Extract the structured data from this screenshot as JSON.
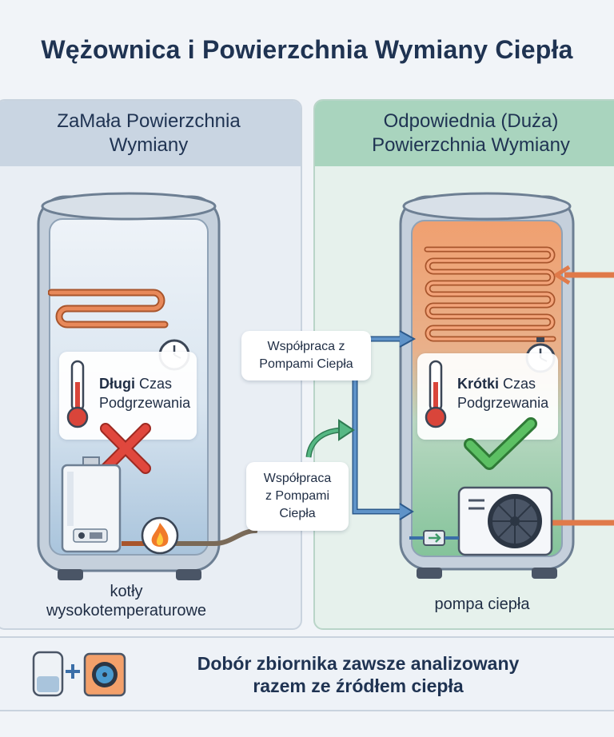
{
  "title": "Wężownica i Powierzchnia Wymiany Ciepła",
  "left_panel": {
    "heading_line1": "ZaMała Powierzchnia",
    "heading_line2": "Wymiany",
    "time_bold": "Długi",
    "time_rest": " Czas",
    "time_line2": "Podgrzewania",
    "caption_line1": "kotły",
    "caption_line2": "wysokotemperaturowe",
    "status": "cross"
  },
  "right_panel": {
    "heading_line1": "Odpowiednia (Duża)",
    "heading_line2": "Powierzchnia Wymiany",
    "time_bold": "Krótki",
    "time_rest": " Czas",
    "time_line2": "Podgrzewania",
    "caption": "pompa ciepła",
    "status": "check"
  },
  "labels": {
    "upper_line1": "Współpraca z",
    "upper_line2": "Pompami Ciepła",
    "lower_line1": "Współpraca",
    "lower_line2": "z Pompami",
    "lower_line3": "Ciepła"
  },
  "footer": {
    "line1": "Dobór zbiornika zawsze analizowany",
    "line2": "razem ze źródłem ciepła"
  },
  "colors": {
    "title": "#1f3352",
    "coil": "#e07a4a",
    "cross": "#e0473d",
    "check": "#4fae54",
    "arrow_blue": "#3a6ea8",
    "arrow_green": "#3f9a6a"
  }
}
